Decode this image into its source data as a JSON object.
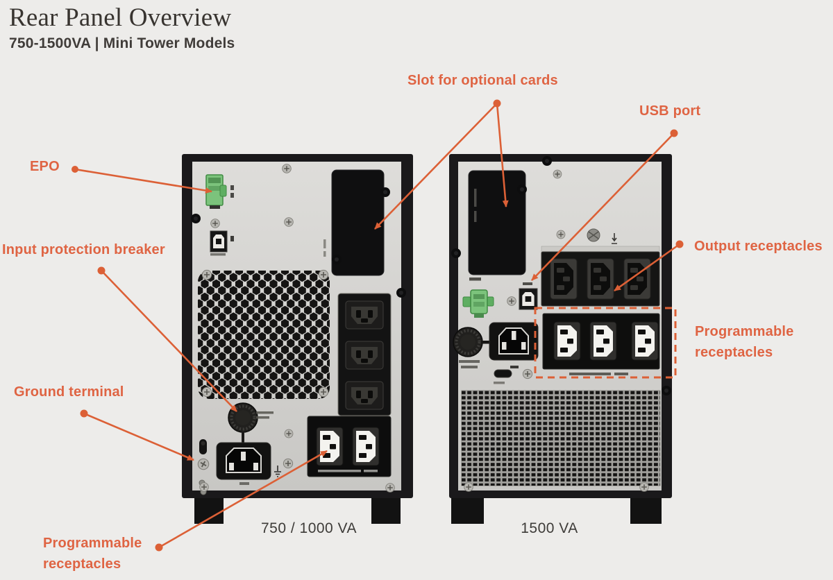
{
  "header": {
    "title": "Rear Panel Overview",
    "subtitle": "750-1500VA | Mini Tower Models"
  },
  "callouts": {
    "slot_optional_cards": "Slot for optional cards",
    "usb_port": "USB port",
    "epo": "EPO",
    "input_protection_breaker": "Input protection breaker",
    "ground_terminal": "Ground terminal",
    "programmable_left": "Programmable receptacles",
    "output_receptacles": "Output receptacles",
    "programmable_right": "Programmable receptacles"
  },
  "devices": {
    "left_caption": "750 / 1000 VA",
    "right_caption": "1500 VA"
  },
  "colors": {
    "background": "#edecea",
    "accent_text": "#df6443",
    "accent_line": "#dc6036",
    "device_frame": "#1a191b",
    "device_panel": "#d6d5d2",
    "epo_green": "#7cc37c"
  }
}
